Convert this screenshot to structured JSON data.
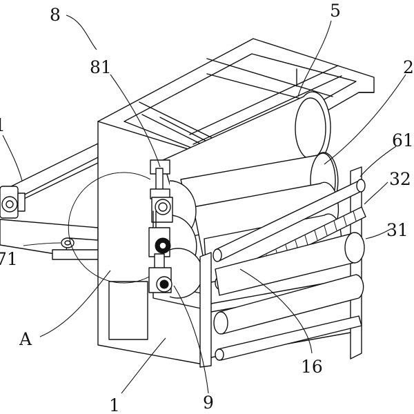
{
  "labels": {
    "l8": "8",
    "l5": "5",
    "l81": "81",
    "l2": "2",
    "l1_left": "1",
    "l61": "61",
    "l32": "32",
    "l31": "31",
    "l71": "71",
    "lA": "A",
    "l16": "16",
    "l1_bottom": "1",
    "l9": "9"
  }
}
